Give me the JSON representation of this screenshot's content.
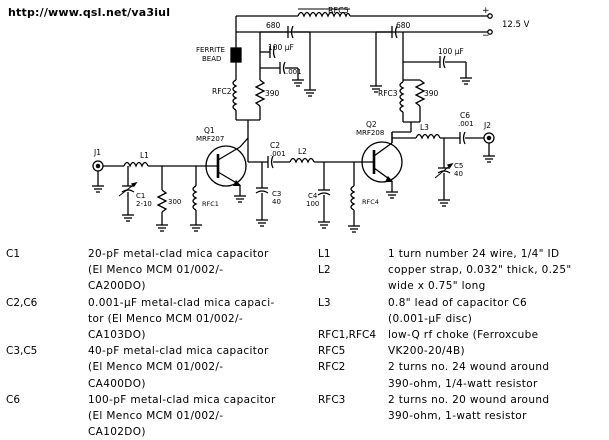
{
  "header": {
    "url": "http://www.qsl.net/va3iul"
  },
  "schematic": {
    "labels": {
      "rfc5": "RFC5",
      "plus": "+",
      "minus": "−",
      "supply": "12.5 V",
      "c680_left": "680",
      "c680_right": "680",
      "c100uf_left": "100 μF",
      "c100uf_right": "100 μF",
      "c001_left": ".001",
      "ferrite_1": "FERRITE",
      "ferrite_2": "BEAD",
      "rfc2": "RFC2",
      "r390_left": "390",
      "rfc3": "RFC3",
      "r390_right": "390",
      "q1": "Q1",
      "q1_type": "MRF207",
      "q2": "Q2",
      "q2_type": "MRF208",
      "l3": "L3",
      "c6": "C6",
      "c6_val": ".001",
      "j2": "J2",
      "j1": "J1",
      "l1": "L1",
      "c2": "C2",
      "c2_val": ".001",
      "l2": "L2",
      "c5": "C5",
      "c5_val": "40",
      "c1": "C1",
      "c1_val": "2-10",
      "r300": "300",
      "rfc1": "RFC1",
      "c3": "C3",
      "c3_val": "40",
      "c4": "C4",
      "c4_val": "100",
      "rfc4": "RFC4"
    }
  },
  "parts_left": [
    {
      "ref": "C1",
      "lines": [
        "20-pF metal-clad mica capacitor",
        "(El Menco MCM 01/002/-",
        "CA200DO)"
      ]
    },
    {
      "ref": "C2,C6",
      "lines": [
        "0.001-μF metal-clad mica capaci-",
        "tor (El Menco MCM 01/002/-",
        "CA103DO)"
      ]
    },
    {
      "ref": "C3,C5",
      "lines": [
        "40-pF metal-clad mica capacitor",
        "(El Menco MCM 01/002/-",
        "CA400DO)"
      ]
    },
    {
      "ref": "C6",
      "lines": [
        "100-pF metal-clad mica capacitor",
        "(El Menco MCM 01/002/-",
        "CA102DO)"
      ]
    }
  ],
  "parts_right": [
    {
      "ref": "L1",
      "lines": [
        "1 turn number 24 wire, 1/4\" ID"
      ]
    },
    {
      "ref": "L2",
      "lines": [
        "copper strap, 0.032\" thick, 0.25\"",
        "wide x 0.75\" long"
      ]
    },
    {
      "ref": "L3",
      "lines": [
        "0.8\" lead of capacitor C6",
        "(0.001-μF disc)"
      ]
    },
    {
      "ref": "RFC1,RFC4",
      "lines": [
        "low-Q rf choke (Ferroxcube"
      ]
    },
    {
      "ref": "RFC5",
      "lines": [
        "VK200-20/4B)"
      ]
    },
    {
      "ref": "RFC2",
      "lines": [
        "2 turns no. 24 wound around",
        "390-ohm, 1/4-watt resistor"
      ]
    },
    {
      "ref": "RFC3",
      "lines": [
        "2 turns no. 20 wound around",
        "390-ohm, 1-watt resistor"
      ]
    }
  ]
}
